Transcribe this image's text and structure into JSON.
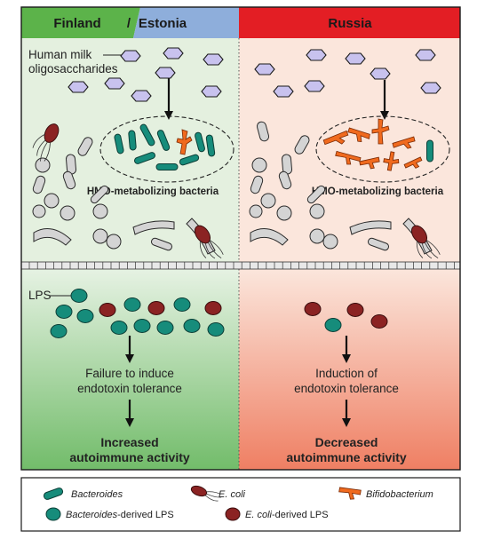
{
  "colors": {
    "finland_header": "#5cb34a",
    "estonia_header": "#8eaedb",
    "russia_header": "#e31e24",
    "bacteroides": "#168c7b",
    "ecoli_lps": "#8b2323",
    "bifidobacterium": "#f06a1e",
    "hmo": "#c8c2ee"
  },
  "header": {
    "left_title_a": "Finland",
    "left_title_sep": "/",
    "left_title_b": "Estonia",
    "right_title": "Russia"
  },
  "labels": {
    "hmo_text_line1": "Human milk",
    "hmo_text_line2": "oligosaccharides",
    "hmo_bacteria_left": "HMO-metabolizing bacteria",
    "hmo_bacteria_right": "HMO-metabolizing bacteria",
    "lps": "LPS"
  },
  "left_outcome": {
    "line1": "Failure to induce",
    "line2": "endotoxin tolerance",
    "result_line1": "Increased",
    "result_line2": "autoimmune activity"
  },
  "right_outcome": {
    "line1": "Induction of",
    "line2": "endotoxin tolerance",
    "result_line1": "Decreased",
    "result_line2": "autoimmune activity"
  },
  "legend": {
    "bacteroides": "Bacteroides",
    "ecoli": "E. coli",
    "bifido": "Bifidobacterium",
    "bact_lps_italic": "Bacteroides",
    "bact_lps_rest": "-derived LPS",
    "ecoli_lps_italic": "E. coli",
    "ecoli_lps_rest": "-derived LPS"
  },
  "icons": [
    "hmo-hexagon-icon",
    "bacteroides-rod-icon",
    "ecoli-flagellated-icon",
    "bifidobacterium-branched-icon",
    "lps-molecule-icon",
    "down-arrow-icon"
  ]
}
